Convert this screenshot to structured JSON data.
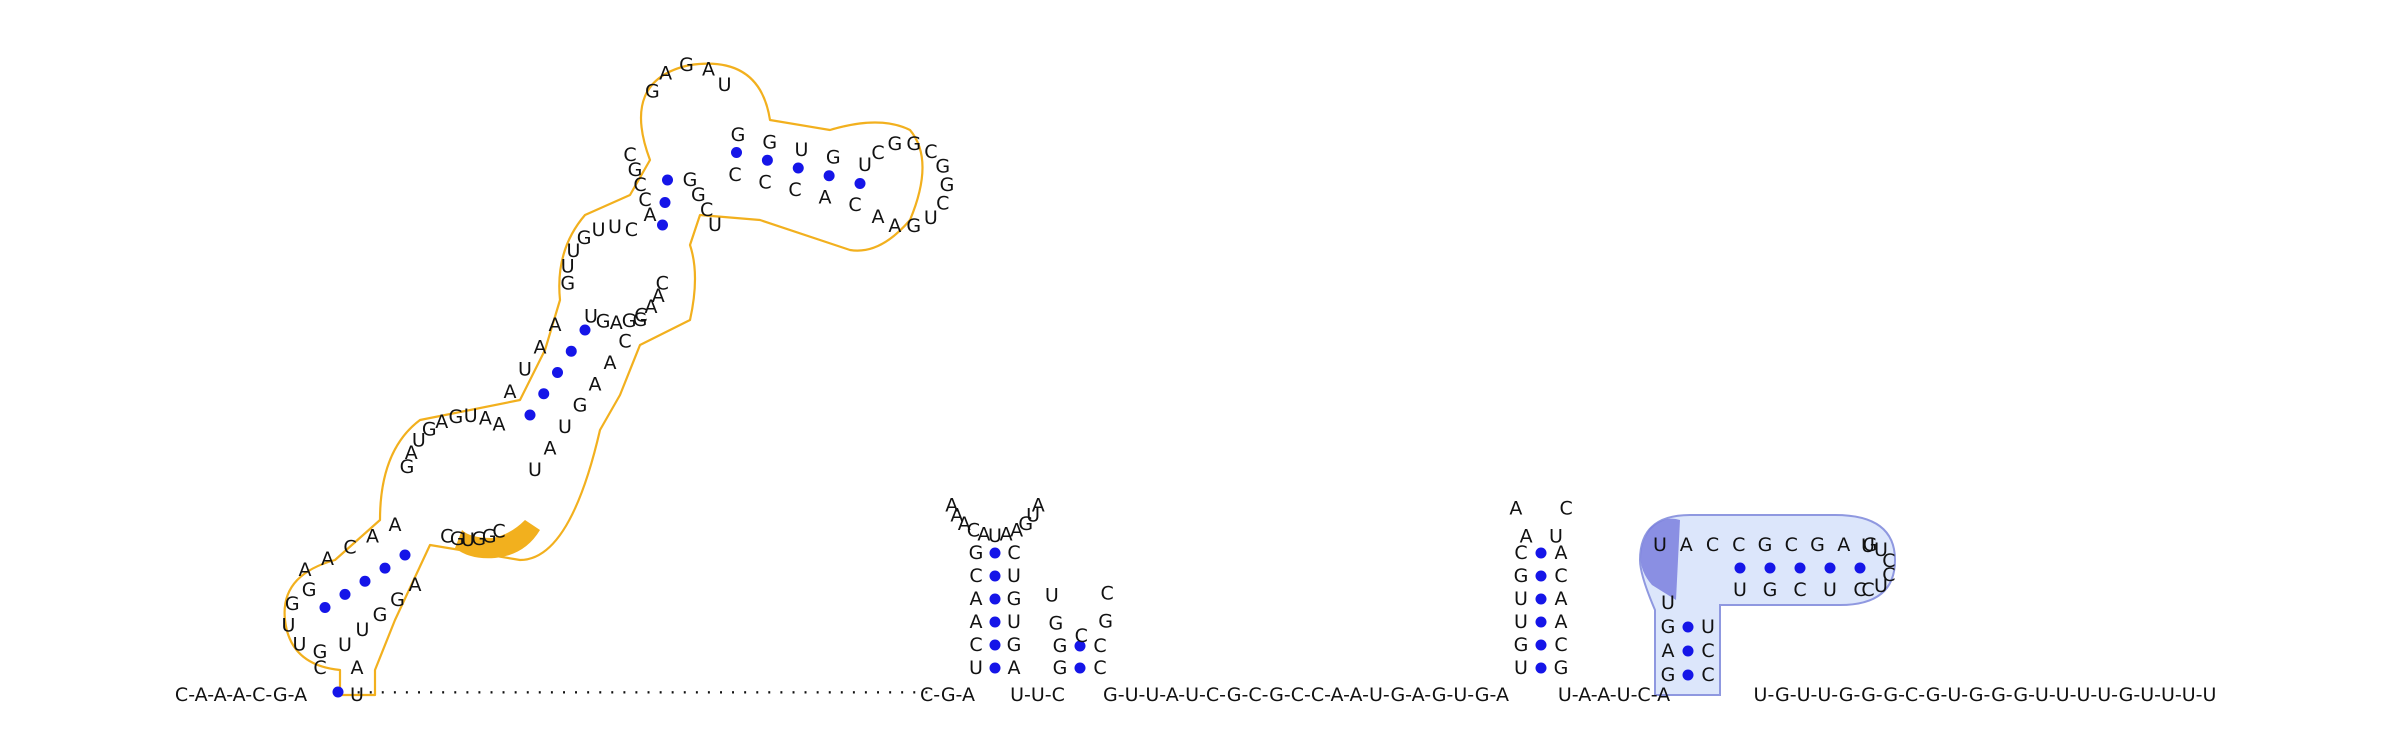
{
  "colors": {
    "outline_gold": "#f2b01e",
    "fill_gold": "#ffffff",
    "highlight_gold": "#f2b01e",
    "outline_blue": "#8f98e0",
    "fill_blue": "#dce6fb",
    "highlight_blue": "#7b7fde",
    "pair_dot": "#1515e8",
    "text": "#111111"
  },
  "sequence": {
    "left_tail": "C-A-A-A-C-G-A",
    "left_stem_bottom": "U",
    "linker": "· · · · · · · · · · · · · · · · · · · · · · · · · · · · · · · · · · · · · · · · · · · · · · · ·",
    "mid_1": "C-G-A",
    "mid_2": "U-U-C",
    "mid_3": "G-U-U-A-U-C-G-C-G-C-C-A-A-U-G-A-G-U-G-A",
    "mid_4": "U-A-A-U-C-A",
    "right_tail": "U-G-U-U-G-G-G-C-G-U-G-G-G-U-U-U-U-G-U-U-U-U"
  },
  "structures": {
    "hairpin_a": {
      "stem_5p": [
        "U",
        "C",
        "A",
        "A",
        "C",
        "G"
      ],
      "stem_3p": [
        "A",
        "G",
        "U",
        "G",
        "U",
        "C"
      ],
      "loop": [
        "A",
        "A",
        "A",
        "C",
        "A",
        "U",
        "A",
        "A",
        "G",
        "U",
        "A"
      ]
    },
    "hairpin_b": {
      "stem_5p": [
        "G",
        "G"
      ],
      "stem_3p": [
        "C",
        "C"
      ],
      "loop": [
        "U",
        "G",
        "C",
        "G",
        "C"
      ]
    },
    "hairpin_c": {
      "stem_5p": [
        "U",
        "G",
        "U",
        "U",
        "G",
        "C"
      ],
      "stem_3p": [
        "G",
        "C",
        "A",
        "A",
        "C",
        "A"
      ],
      "loop": [
        "A",
        "A",
        "U",
        "C"
      ]
    },
    "pseudoknot": {
      "vertical_5p": [
        "G",
        "A",
        "G",
        "U"
      ],
      "vertical_3p": [
        "C",
        "C",
        "U"
      ],
      "top_5p": [
        "U",
        "A",
        "C",
        "C",
        "G",
        "C",
        "G",
        "A",
        "G"
      ],
      "top_3p": [
        "U",
        "G",
        "C",
        "U",
        "C"
      ],
      "loop": [
        "U",
        "U",
        "C",
        "C",
        "U",
        "C"
      ]
    },
    "domain_large": {
      "helix1_5p": [
        "A",
        "A",
        "C",
        "A",
        "A"
      ],
      "helix1_3p": [
        "U",
        "U",
        "G",
        "G",
        "A"
      ],
      "hairpin_left": [
        "G",
        "U",
        "U",
        "G",
        "G"
      ],
      "internal_loop1_5p": [
        "G",
        "A",
        "U",
        "G",
        "A",
        "G",
        "U",
        "A",
        "A"
      ],
      "internal_loop1_3p": [
        "C",
        "G",
        "G",
        "U",
        "G",
        "C"
      ],
      "helix2_5p": [
        "A",
        "U",
        "A",
        "A"
      ],
      "helix2_3p": [
        "U",
        "A",
        "U",
        "G",
        "A",
        "A",
        "C",
        "G"
      ],
      "internal_loop2_5p": [
        "G",
        "U",
        "U",
        "G",
        "U",
        "U",
        "C"
      ],
      "internal_loop2_3p": [
        "C",
        "A",
        "A",
        "C",
        "G",
        "A",
        "G",
        "U"
      ],
      "helix3_5p": [
        "C",
        "G",
        "C",
        "C",
        "A"
      ],
      "helix3_3p": [
        "G",
        "G",
        "C",
        "U"
      ],
      "loop3": [
        "G",
        "A",
        "G",
        "A",
        "U"
      ],
      "terminal_helix_5p": [
        "G",
        "G",
        "U",
        "G",
        "U"
      ],
      "terminal_helix_3p": [
        "C",
        "C",
        "C",
        "A",
        "C"
      ],
      "terminal_loop": [
        "C",
        "G",
        "G",
        "C",
        "G",
        "G",
        "C",
        "U",
        "G",
        "A",
        "A"
      ]
    }
  }
}
